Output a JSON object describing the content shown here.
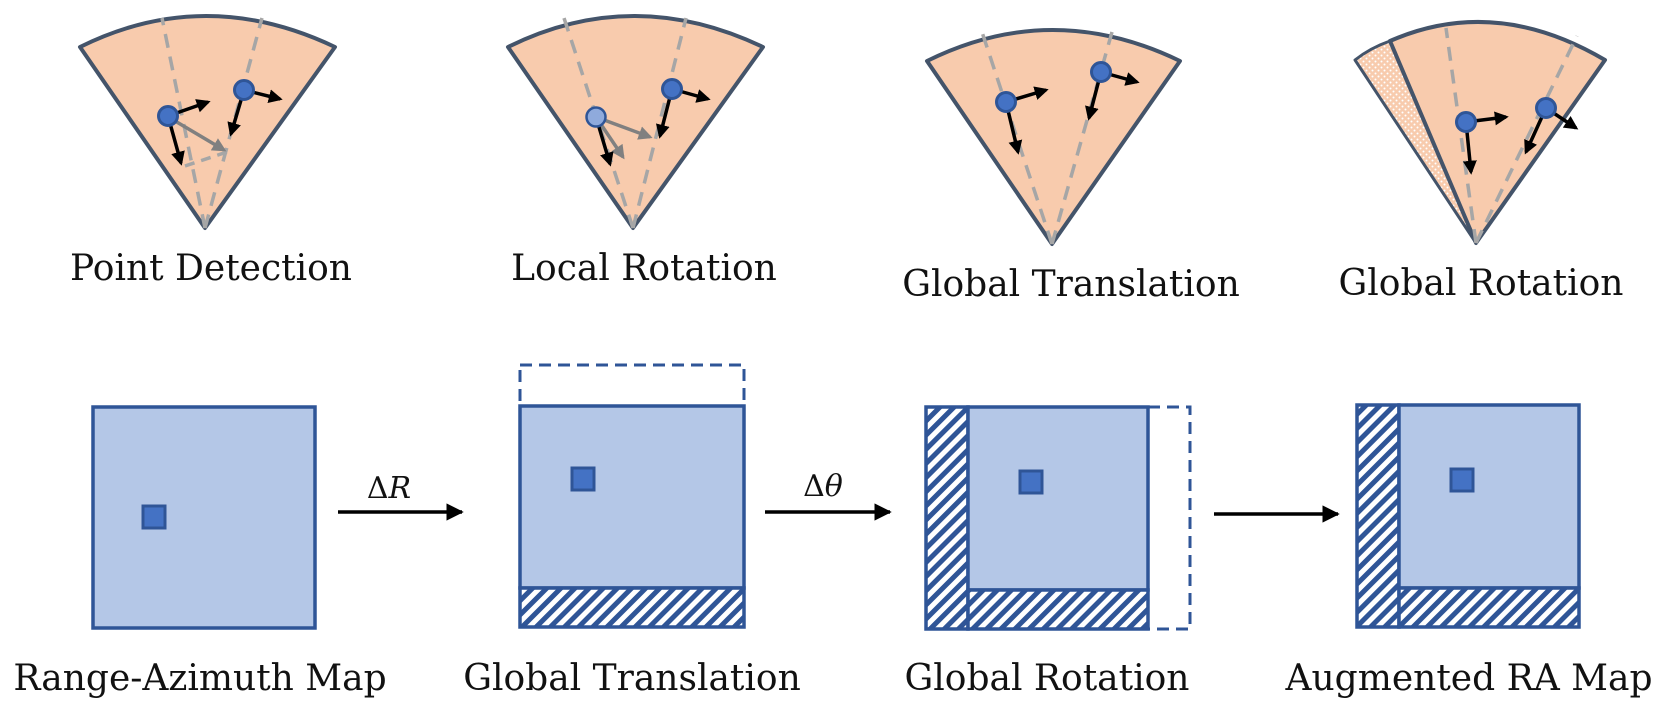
{
  "colors": {
    "wedge_fill": "#F8CBAD",
    "wedge_stroke": "#44546A",
    "dash_line": "#A6A6A6",
    "point_fill": "#4472C4",
    "point_stroke": "#2F5597",
    "point_faded_fill": "#8FAADC",
    "arrow_black": "#000000",
    "arrow_gray": "#808080",
    "map_fill": "#B4C7E7",
    "map_stroke": "#2F5597",
    "hatch": "#2F5597"
  },
  "top_row": {
    "captions": [
      "Point Detection",
      "Local Rotation",
      "Global Translation",
      "Global Rotation"
    ]
  },
  "bottom_row": {
    "captions": [
      "Range-Azimuth Map",
      "Global Translation",
      "Global Rotation",
      "Augmented RA Map"
    ],
    "operators": {
      "translation": {
        "delta": "Δ",
        "symbol": "R"
      },
      "rotation": {
        "delta": "Δ",
        "symbol": "θ"
      }
    }
  }
}
